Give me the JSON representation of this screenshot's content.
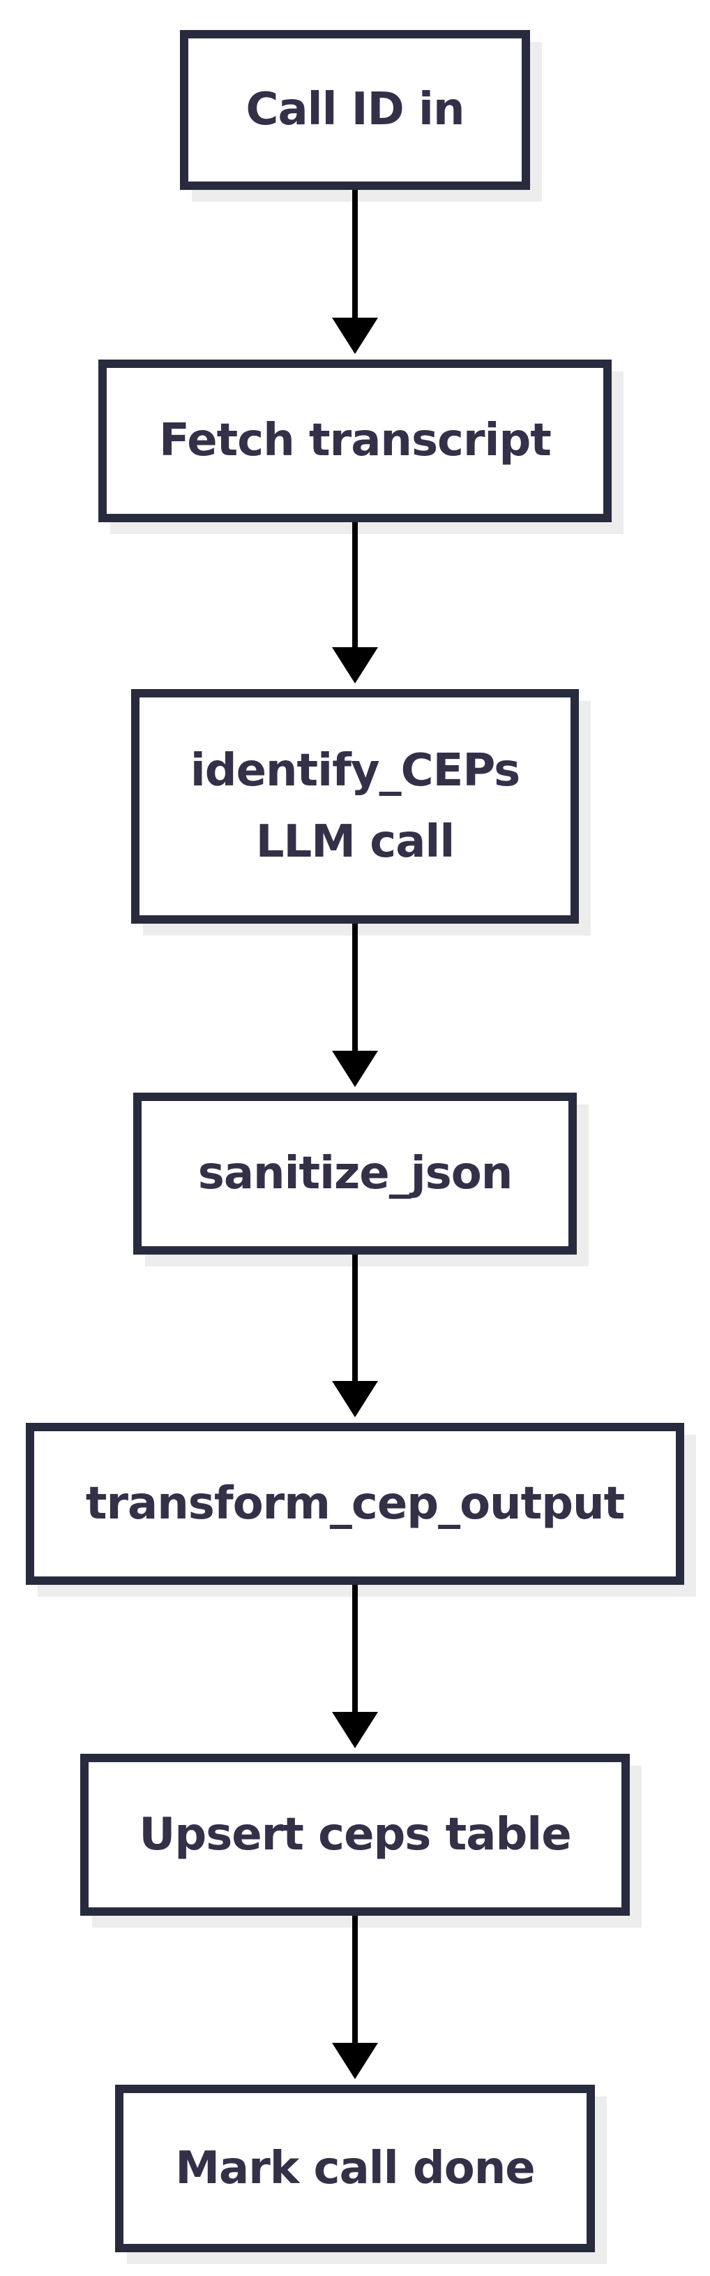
{
  "diagram": {
    "type": "flowchart",
    "direction": "top-down",
    "nodes": [
      {
        "id": "call-id-in",
        "label": "Call ID in"
      },
      {
        "id": "fetch-transcript",
        "label": "Fetch transcript"
      },
      {
        "id": "identify-ceps-llm-call",
        "label": "identify_CEPs\nLLM call"
      },
      {
        "id": "sanitize-json",
        "label": "sanitize_json"
      },
      {
        "id": "transform-cep-output",
        "label": "transform_cep_output"
      },
      {
        "id": "upsert-ceps-table",
        "label": "Upsert ceps table"
      },
      {
        "id": "mark-call-done",
        "label": "Mark call done"
      }
    ],
    "edges": [
      {
        "from": "call-id-in",
        "to": "fetch-transcript"
      },
      {
        "from": "fetch-transcript",
        "to": "identify-ceps-llm-call"
      },
      {
        "from": "identify-ceps-llm-call",
        "to": "sanitize-json"
      },
      {
        "from": "sanitize-json",
        "to": "transform-cep-output"
      },
      {
        "from": "transform-cep-output",
        "to": "upsert-ceps-table"
      },
      {
        "from": "upsert-ceps-table",
        "to": "mark-call-done"
      }
    ],
    "colors": {
      "node_border": "#282b3e",
      "node_fill": "#ffffff",
      "node_text": "#343048",
      "arrow": "#000000",
      "shadow": "#ededed",
      "background": "#ffffff"
    }
  }
}
